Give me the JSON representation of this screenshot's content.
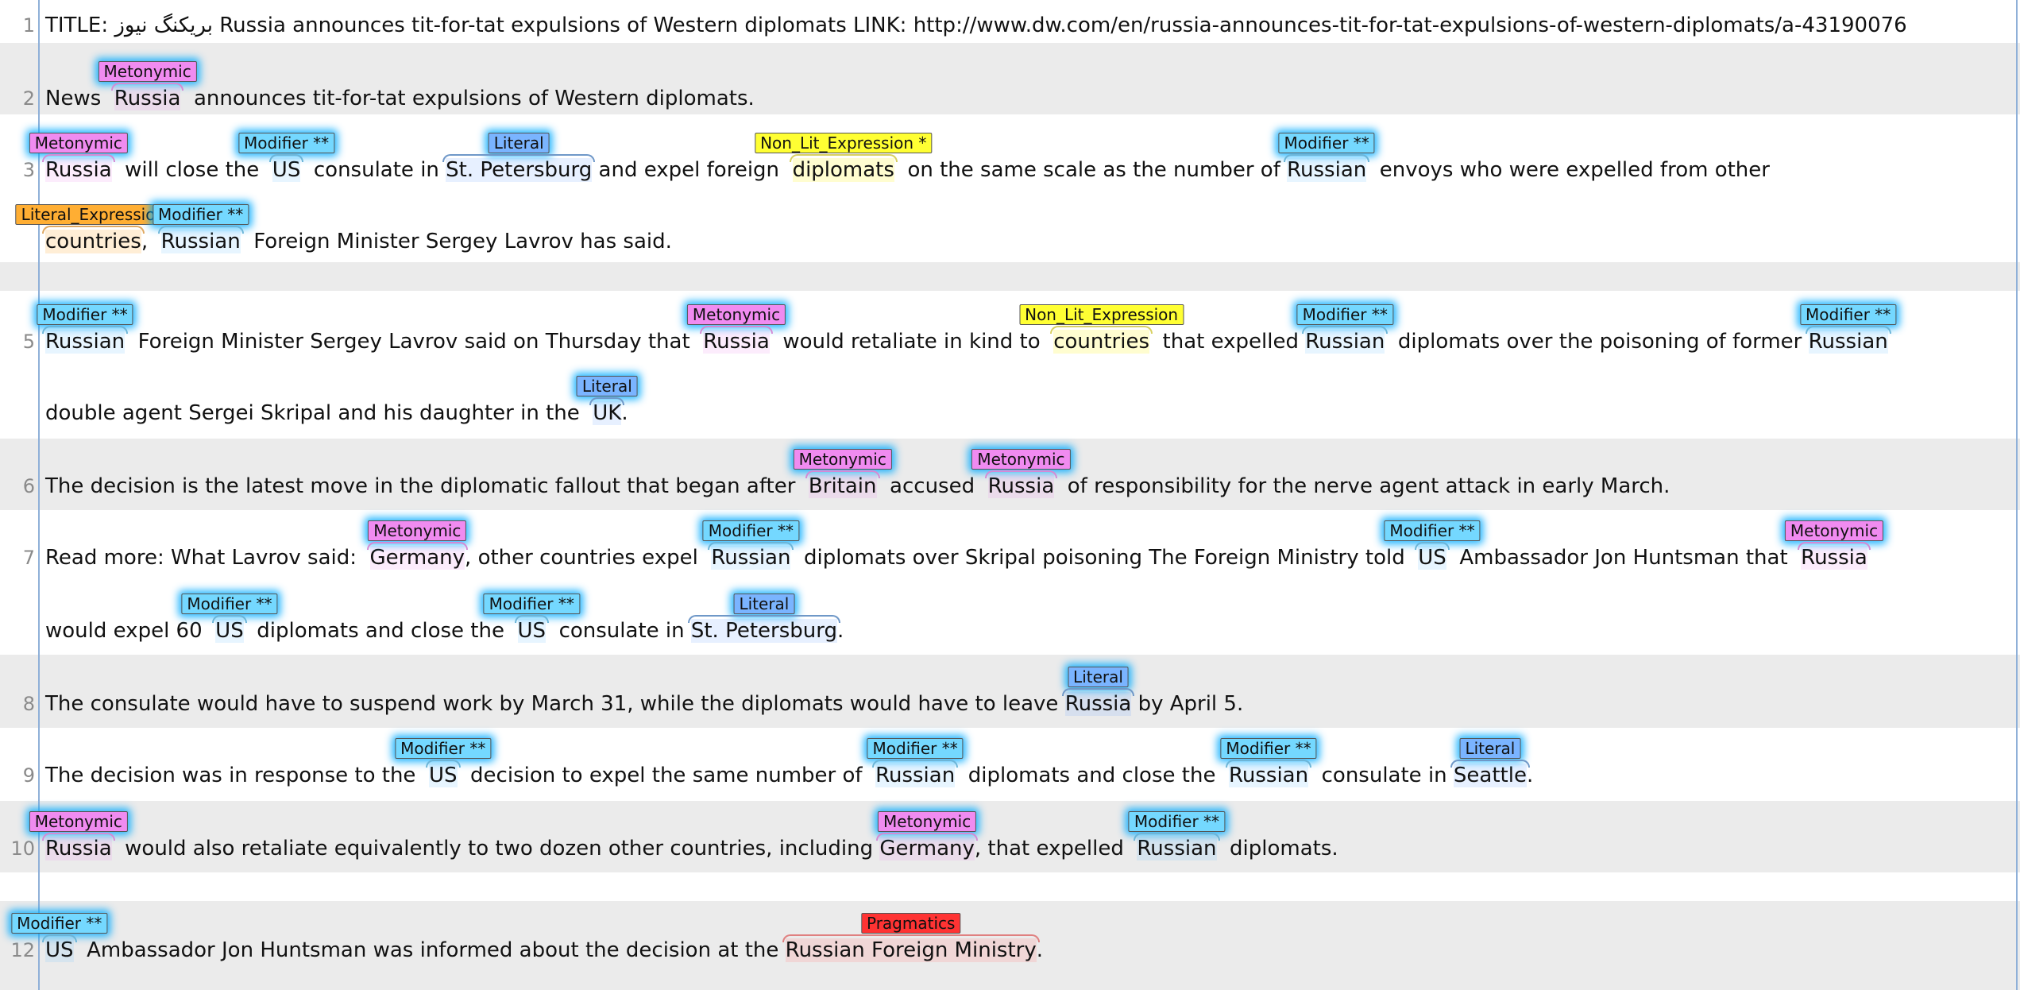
{
  "lines": [
    {
      "num": "1",
      "segments": [
        {
          "t": "TITLE: بریکنگ نیوز Russia announces tit-for-tat expulsions of Western diplomats LINK: http://www.dw.com/en/russia-announces-tit-for-tat-expulsions-of-western-diplomats/a-43190076"
        }
      ]
    },
    {
      "num": "2",
      "segments": [
        {
          "t": "News  "
        },
        {
          "t": "Russia",
          "label": "Metonymic"
        },
        {
          "t": "  announces tit-for-tat expulsions of Western diplomats."
        }
      ]
    },
    {
      "num": "3",
      "segments": [
        {
          "t": "Russia",
          "label": "Metonymic"
        },
        {
          "t": "  will close the  "
        },
        {
          "t": "US",
          "label": "Modifier **"
        },
        {
          "t": "  consulate in "
        },
        {
          "t": "St. Petersburg",
          "label": "Literal"
        },
        {
          "t": " and expel foreign  "
        },
        {
          "t": "diplomats",
          "label": "Non_Lit_Expression *"
        },
        {
          "t": "  on the same scale as the number of "
        },
        {
          "t": "Russian",
          "label": "Modifier **"
        },
        {
          "t": "  envoys who were expelled from other"
        }
      ]
    },
    {
      "num": "",
      "segments": [
        {
          "t": "countries",
          "label": "Literal_Expression"
        },
        {
          "t": ",  "
        },
        {
          "t": "Russian",
          "label": "Modifier **"
        },
        {
          "t": "  Foreign Minister Sergey Lavrov has said."
        }
      ]
    },
    {
      "num": "5",
      "segments": [
        {
          "t": "Russian",
          "label": "Modifier **"
        },
        {
          "t": "  Foreign Minister Sergey Lavrov said on Thursday that  "
        },
        {
          "t": "Russia",
          "label": "Metonymic"
        },
        {
          "t": "  would retaliate in kind to  "
        },
        {
          "t": "countries",
          "label": "Non_Lit_Expression"
        },
        {
          "t": "  that expelled "
        },
        {
          "t": "Russian",
          "label": "Modifier **"
        },
        {
          "t": "  diplomats over the poisoning of former "
        },
        {
          "t": "Russian",
          "label": "Modifier **"
        }
      ]
    },
    {
      "num": "",
      "segments": [
        {
          "t": "double agent Sergei Skripal and his daughter in the  "
        },
        {
          "t": "UK",
          "label": "Literal"
        },
        {
          "t": "."
        }
      ]
    },
    {
      "num": "6",
      "segments": [
        {
          "t": "The decision is the latest move in the diplomatic fallout that began after  "
        },
        {
          "t": "Britain",
          "label": "Metonymic"
        },
        {
          "t": "  accused  "
        },
        {
          "t": "Russia",
          "label": "Metonymic"
        },
        {
          "t": "  of responsibility for the nerve agent attack in early March."
        }
      ]
    },
    {
      "num": "7",
      "segments": [
        {
          "t": "Read more: What Lavrov said:  "
        },
        {
          "t": "Germany",
          "label": "Metonymic"
        },
        {
          "t": ", other countries expel  "
        },
        {
          "t": "Russian",
          "label": "Modifier **"
        },
        {
          "t": "  diplomats over Skripal poisoning The Foreign Ministry told  "
        },
        {
          "t": "US",
          "label": "Modifier **"
        },
        {
          "t": "  Ambassador Jon Huntsman that  "
        },
        {
          "t": "Russia",
          "label": "Metonymic"
        }
      ]
    },
    {
      "num": "",
      "segments": [
        {
          "t": "would expel 60  "
        },
        {
          "t": "US",
          "label": "Modifier **"
        },
        {
          "t": "  diplomats and close the  "
        },
        {
          "t": "US",
          "label": "Modifier **"
        },
        {
          "t": "  consulate in "
        },
        {
          "t": "St. Petersburg",
          "label": "Literal"
        },
        {
          "t": "."
        }
      ]
    },
    {
      "num": "8",
      "segments": [
        {
          "t": "The consulate would have to suspend work by March 31, while the diplomats would have to leave "
        },
        {
          "t": "Russia",
          "label": "Literal"
        },
        {
          "t": " by April 5."
        }
      ]
    },
    {
      "num": "9",
      "segments": [
        {
          "t": "The decision was in response to the  "
        },
        {
          "t": "US",
          "label": "Modifier **"
        },
        {
          "t": "  decision to expel the same number of  "
        },
        {
          "t": "Russian",
          "label": "Modifier **"
        },
        {
          "t": "  diplomats and close the  "
        },
        {
          "t": "Russian",
          "label": "Modifier **"
        },
        {
          "t": "  consulate in "
        },
        {
          "t": "Seattle",
          "label": "Literal"
        },
        {
          "t": "."
        }
      ]
    },
    {
      "num": "10",
      "segments": [
        {
          "t": "Russia",
          "label": "Metonymic"
        },
        {
          "t": "  would also retaliate equivalently to two dozen other countries, including "
        },
        {
          "t": "Germany",
          "label": "Metonymic"
        },
        {
          "t": ", that expelled  "
        },
        {
          "t": "Russian",
          "label": "Modifier **"
        },
        {
          "t": "  diplomats."
        }
      ]
    },
    {
      "num": "12",
      "segments": [
        {
          "t": "US",
          "label": "Modifier **"
        },
        {
          "t": "  Ambassador Jon Huntsman was informed about the decision at the "
        },
        {
          "t": "Russian Foreign Ministry",
          "label": "Pragmatics"
        },
        {
          "t": "."
        }
      ]
    }
  ]
}
